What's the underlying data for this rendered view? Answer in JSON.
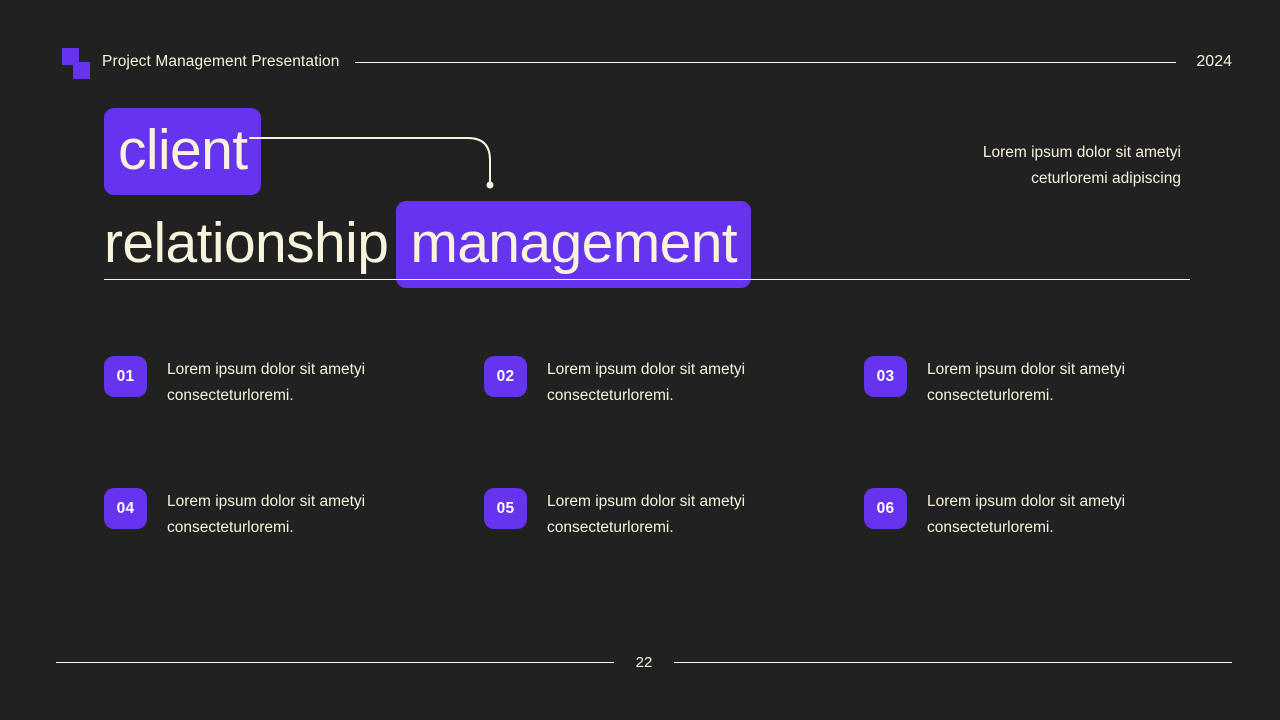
{
  "theme": {
    "background": "#212121",
    "accent": "#6633ee",
    "text": "#f7f3dc",
    "badge_text": "#ffffff"
  },
  "header": {
    "logo": "two-squares-logo",
    "title": "Project Management Presentation",
    "year": "2024"
  },
  "headline": {
    "word1": "client",
    "word2": "relationship",
    "word3": "management"
  },
  "intro": {
    "line1": "Lorem ipsum dolor sit ametyi",
    "line2": "ceturloremi adipiscing"
  },
  "items": [
    {
      "number": "01",
      "text": "Lorem ipsum dolor sit ametyi consecteturloremi."
    },
    {
      "number": "02",
      "text": "Lorem ipsum dolor sit ametyi consecteturloremi."
    },
    {
      "number": "03",
      "text": "Lorem ipsum dolor sit ametyi consecteturloremi."
    },
    {
      "number": "04",
      "text": "Lorem ipsum dolor sit ametyi consecteturloremi."
    },
    {
      "number": "05",
      "text": "Lorem ipsum dolor sit ametyi consecteturloremi."
    },
    {
      "number": "06",
      "text": "Lorem ipsum dolor sit ametyi consecteturloremi."
    }
  ],
  "footer": {
    "page_number": "22"
  }
}
